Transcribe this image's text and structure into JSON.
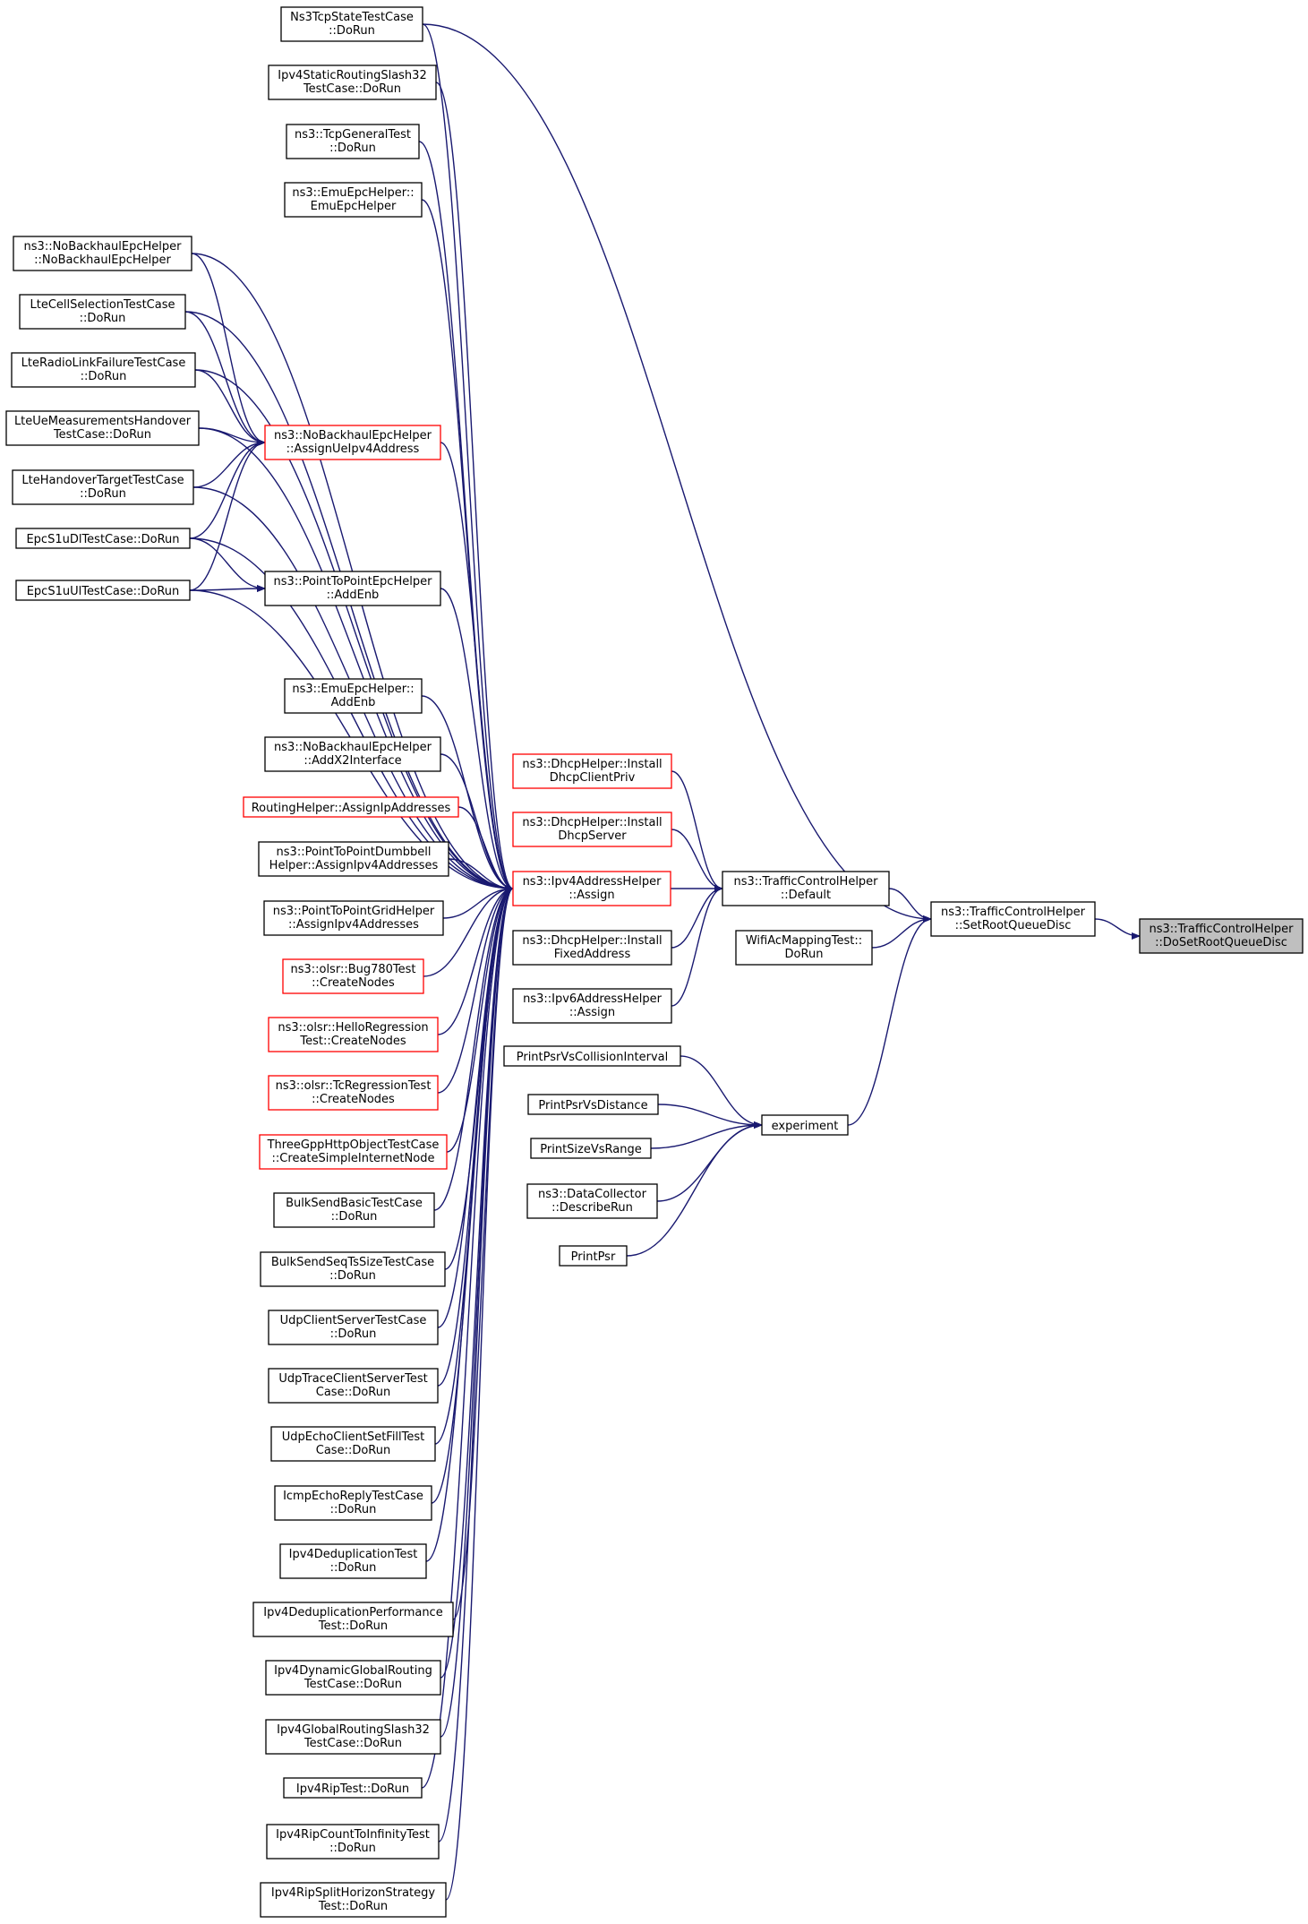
{
  "graph": {
    "edge_color": "#191970",
    "box_border_default": "#000000",
    "box_border_incomplete": "#ff0000",
    "root_fill": "#bfbfbf",
    "nodes": [
      {
        "id": "root",
        "lines": [
          "ns3::TrafficControlHelper",
          "::DoSetRootQueueDisc"
        ],
        "style": "root"
      },
      {
        "id": "setroot",
        "lines": [
          "ns3::TrafficControlHelper",
          "::SetRootQueueDisc"
        ]
      },
      {
        "id": "default",
        "lines": [
          "ns3::TrafficControlHelper",
          "::Default"
        ]
      },
      {
        "id": "wifiac",
        "lines": [
          "WifiAcMappingTest::",
          "DoRun"
        ]
      },
      {
        "id": "experiment",
        "lines": [
          "experiment"
        ]
      },
      {
        "id": "ipv4assign",
        "lines": [
          "ns3::Ipv4AddressHelper",
          "::Assign"
        ],
        "style": "red"
      },
      {
        "id": "dhcpclient",
        "lines": [
          "ns3::DhcpHelper::Install",
          "DhcpClientPriv"
        ],
        "style": "red"
      },
      {
        "id": "dhcpserver",
        "lines": [
          "ns3::DhcpHelper::Install",
          "DhcpServer"
        ],
        "style": "red"
      },
      {
        "id": "dhcpfixed",
        "lines": [
          "ns3::DhcpHelper::Install",
          "FixedAddress"
        ]
      },
      {
        "id": "ipv6assign",
        "lines": [
          "ns3::Ipv6AddressHelper",
          "::Assign"
        ]
      },
      {
        "id": "psrcoll",
        "lines": [
          "PrintPsrVsCollisionInterval"
        ]
      },
      {
        "id": "psrdist",
        "lines": [
          "PrintPsrVsDistance"
        ]
      },
      {
        "id": "sizerange",
        "lines": [
          "PrintSizeVsRange"
        ]
      },
      {
        "id": "datacoll",
        "lines": [
          "ns3::DataCollector",
          "::DescribeRun"
        ]
      },
      {
        "id": "printpsr",
        "lines": [
          "PrintPsr"
        ]
      },
      {
        "id": "assignue",
        "lines": [
          "ns3::NoBackhaulEpcHelper",
          "::AssignUeIpv4Address"
        ],
        "style": "red"
      },
      {
        "id": "p2paddenb",
        "lines": [
          "ns3::PointToPointEpcHelper",
          "::AddEnb"
        ]
      },
      {
        "id": "tcpstate",
        "lines": [
          "Ns3TcpStateTestCase",
          "::DoRun"
        ]
      },
      {
        "id": "ipv4static",
        "lines": [
          "Ipv4StaticRoutingSlash32",
          "TestCase::DoRun"
        ]
      },
      {
        "id": "tcpgeneral",
        "lines": [
          "ns3::TcpGeneralTest",
          "::DoRun"
        ]
      },
      {
        "id": "emuctor",
        "lines": [
          "ns3::EmuEpcHelper::",
          "EmuEpcHelper"
        ]
      },
      {
        "id": "nobackctor",
        "lines": [
          "ns3::NoBackhaulEpcHelper",
          "::NoBackhaulEpcHelper"
        ]
      },
      {
        "id": "ltecell",
        "lines": [
          "LteCellSelectionTestCase",
          "::DoRun"
        ]
      },
      {
        "id": "lteradio",
        "lines": [
          "LteRadioLinkFailureTestCase",
          "::DoRun"
        ]
      },
      {
        "id": "ltemeas",
        "lines": [
          "LteUeMeasurementsHandover",
          "TestCase::DoRun"
        ]
      },
      {
        "id": "ltehandover",
        "lines": [
          "LteHandoverTargetTestCase",
          "::DoRun"
        ]
      },
      {
        "id": "epcdl",
        "lines": [
          "EpcS1uDlTestCase::DoRun"
        ]
      },
      {
        "id": "epcul",
        "lines": [
          "EpcS1uUlTestCase::DoRun"
        ]
      },
      {
        "id": "emuaddenb",
        "lines": [
          "ns3::EmuEpcHelper::",
          "AddEnb"
        ]
      },
      {
        "id": "nobackx2",
        "lines": [
          "ns3::NoBackhaulEpcHelper",
          "::AddX2Interface"
        ]
      },
      {
        "id": "routinghelper",
        "lines": [
          "RoutingHelper::AssignIpAddresses"
        ],
        "style": "red"
      },
      {
        "id": "p2pdumbbell",
        "lines": [
          "ns3::PointToPointDumbbell",
          "Helper::AssignIpv4Addresses"
        ]
      },
      {
        "id": "p2pgrid",
        "lines": [
          "ns3::PointToPointGridHelper",
          "::AssignIpv4Addresses"
        ]
      },
      {
        "id": "olsrbug",
        "lines": [
          "ns3::olsr::Bug780Test",
          "::CreateNodes"
        ],
        "style": "red"
      },
      {
        "id": "olsrhello",
        "lines": [
          "ns3::olsr::HelloRegression",
          "Test::CreateNodes"
        ],
        "style": "red"
      },
      {
        "id": "olsrtc",
        "lines": [
          "ns3::olsr::TcRegressionTest",
          "::CreateNodes"
        ],
        "style": "red"
      },
      {
        "id": "threegpp",
        "lines": [
          "ThreeGppHttpObjectTestCase",
          "::CreateSimpleInternetNode"
        ],
        "style": "red"
      },
      {
        "id": "bulkbasic",
        "lines": [
          "BulkSendBasicTestCase",
          "::DoRun"
        ]
      },
      {
        "id": "bulkseq",
        "lines": [
          "BulkSendSeqTsSizeTestCase",
          "::DoRun"
        ]
      },
      {
        "id": "udpcs",
        "lines": [
          "UdpClientServerTestCase",
          "::DoRun"
        ]
      },
      {
        "id": "udptrace",
        "lines": [
          "UdpTraceClientServerTest",
          "Case::DoRun"
        ]
      },
      {
        "id": "udpecho",
        "lines": [
          "UdpEchoClientSetFillTest",
          "Case::DoRun"
        ]
      },
      {
        "id": "icmpecho",
        "lines": [
          "IcmpEchoReplyTestCase",
          "::DoRun"
        ]
      },
      {
        "id": "ipv4dedup",
        "lines": [
          "Ipv4DeduplicationTest",
          "::DoRun"
        ]
      },
      {
        "id": "ipv4dedupperf",
        "lines": [
          "Ipv4DeduplicationPerformance",
          "Test::DoRun"
        ]
      },
      {
        "id": "ipv4dyn",
        "lines": [
          "Ipv4DynamicGlobalRouting",
          "TestCase::DoRun"
        ]
      },
      {
        "id": "ipv4global",
        "lines": [
          "Ipv4GlobalRoutingSlash32",
          "TestCase::DoRun"
        ]
      },
      {
        "id": "ipv4rip",
        "lines": [
          "Ipv4RipTest::DoRun"
        ]
      },
      {
        "id": "ipv4ripcount",
        "lines": [
          "Ipv4RipCountToInfinityTest",
          "::DoRun"
        ]
      },
      {
        "id": "ipv4ripsplit",
        "lines": [
          "Ipv4RipSplitHorizonStrategy",
          "Test::DoRun"
        ]
      }
    ],
    "edges": [
      [
        "setroot",
        "root"
      ],
      [
        "default",
        "setroot"
      ],
      [
        "wifiac",
        "setroot"
      ],
      [
        "experiment",
        "setroot"
      ],
      [
        "tcpstate",
        "setroot"
      ],
      [
        "ipv4assign",
        "default"
      ],
      [
        "dhcpclient",
        "default"
      ],
      [
        "dhcpserver",
        "default"
      ],
      [
        "dhcpfixed",
        "default"
      ],
      [
        "ipv6assign",
        "default"
      ],
      [
        "psrcoll",
        "experiment"
      ],
      [
        "psrdist",
        "experiment"
      ],
      [
        "sizerange",
        "experiment"
      ],
      [
        "datacoll",
        "experiment"
      ],
      [
        "printpsr",
        "experiment"
      ],
      [
        "tcpstate",
        "ipv4assign"
      ],
      [
        "ipv4static",
        "ipv4assign"
      ],
      [
        "tcpgeneral",
        "ipv4assign"
      ],
      [
        "emuctor",
        "ipv4assign"
      ],
      [
        "nobackctor",
        "ipv4assign"
      ],
      [
        "ltecell",
        "ipv4assign"
      ],
      [
        "lteradio",
        "ipv4assign"
      ],
      [
        "ltemeas",
        "ipv4assign"
      ],
      [
        "ltehandover",
        "ipv4assign"
      ],
      [
        "epcdl",
        "ipv4assign"
      ],
      [
        "epcul",
        "ipv4assign"
      ],
      [
        "assignue",
        "ipv4assign"
      ],
      [
        "p2paddenb",
        "ipv4assign"
      ],
      [
        "emuaddenb",
        "ipv4assign"
      ],
      [
        "nobackx2",
        "ipv4assign"
      ],
      [
        "routinghelper",
        "ipv4assign"
      ],
      [
        "p2pdumbbell",
        "ipv4assign"
      ],
      [
        "p2pgrid",
        "ipv4assign"
      ],
      [
        "olsrbug",
        "ipv4assign"
      ],
      [
        "olsrhello",
        "ipv4assign"
      ],
      [
        "olsrtc",
        "ipv4assign"
      ],
      [
        "threegpp",
        "ipv4assign"
      ],
      [
        "bulkbasic",
        "ipv4assign"
      ],
      [
        "bulkseq",
        "ipv4assign"
      ],
      [
        "udpcs",
        "ipv4assign"
      ],
      [
        "udptrace",
        "ipv4assign"
      ],
      [
        "udpecho",
        "ipv4assign"
      ],
      [
        "icmpecho",
        "ipv4assign"
      ],
      [
        "ipv4dedup",
        "ipv4assign"
      ],
      [
        "ipv4dedupperf",
        "ipv4assign"
      ],
      [
        "ipv4dyn",
        "ipv4assign"
      ],
      [
        "ipv4global",
        "ipv4assign"
      ],
      [
        "ipv4rip",
        "ipv4assign"
      ],
      [
        "ipv4ripcount",
        "ipv4assign"
      ],
      [
        "ipv4ripsplit",
        "ipv4assign"
      ],
      [
        "nobackctor",
        "assignue"
      ],
      [
        "ltecell",
        "assignue"
      ],
      [
        "lteradio",
        "assignue"
      ],
      [
        "ltemeas",
        "assignue"
      ],
      [
        "ltehandover",
        "assignue"
      ],
      [
        "epcdl",
        "assignue"
      ],
      [
        "epcul",
        "assignue"
      ],
      [
        "epcdl",
        "p2paddenb"
      ],
      [
        "epcul",
        "p2paddenb"
      ]
    ]
  }
}
